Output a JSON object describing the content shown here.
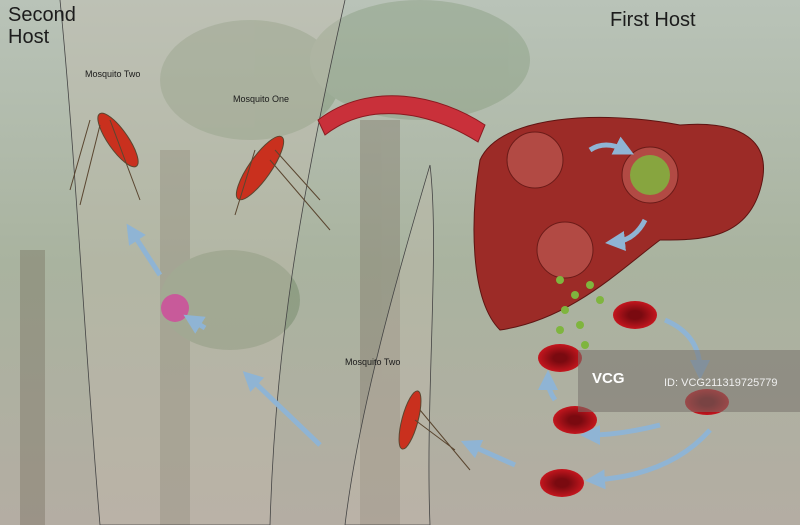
{
  "labels": {
    "second_host": "Second Host",
    "first_host": "First Host",
    "mosquito_two_top": "Mosquito Two",
    "mosquito_one": "Mosquito One",
    "mosquito_two_bottom": "Mosquito Two"
  },
  "watermark": {
    "logo": "VCG",
    "id": "ID: VCG211319725779"
  },
  "colors": {
    "blood": "#b5141c",
    "liver": "#9c2b27",
    "arrow": "#8fb4d4",
    "parasite": "#7fb53e"
  }
}
